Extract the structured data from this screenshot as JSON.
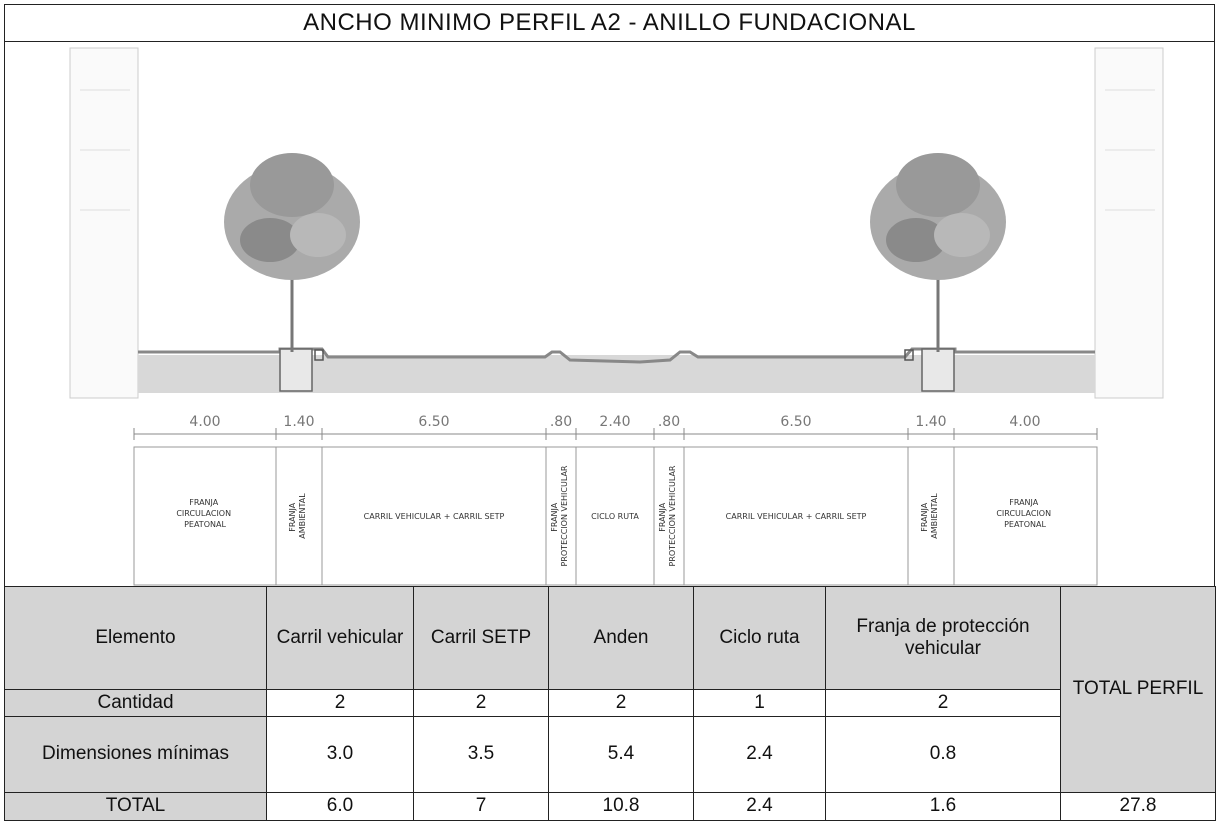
{
  "title": "ANCHO MINIMO PERFIL A2 - ANILLO FUNDACIONAL",
  "dimensions": [
    "4.00",
    "1.40",
    "6.50",
    ".80",
    "2.40",
    ".80",
    "6.50",
    "1.40",
    "4.00"
  ],
  "bands": {
    "circ_left": [
      "FRANJA",
      "CIRCULACION",
      "PEATONAL"
    ],
    "amb_left": [
      "FRANJA",
      "AMBIENTAL"
    ],
    "carril_left": "CARRIL VEHICULAR + CARRIL SETP",
    "prot_left": [
      "FRANJA",
      "PROTECCION VEHICULAR"
    ],
    "ciclo": "CICLO RUTA",
    "prot_right": [
      "FRANJA",
      "PROTECCION VEHICULAR"
    ],
    "carril_right": "CARRIL VEHICULAR + CARRIL SETP",
    "amb_right": [
      "FRANJA",
      "AMBIENTAL"
    ],
    "circ_right": [
      "FRANJA",
      "CIRCULACION",
      "PEATONAL"
    ]
  },
  "table": {
    "header": {
      "elemento": "Elemento",
      "carril_vehicular": "Carril vehicular",
      "carril_setp": "Carril SETP",
      "anden": "Anden",
      "ciclo_ruta": "Ciclo ruta",
      "franja_proteccion": "Franja de protección vehicular",
      "total_perfil": "TOTAL PERFIL"
    },
    "cantidad": {
      "label": "Cantidad",
      "values": [
        "2",
        "2",
        "2",
        "1",
        "2"
      ]
    },
    "dimensiones": {
      "label": "Dimensiones mínimas",
      "values": [
        "3.0",
        "3.5",
        "5.4",
        "2.4",
        "0.8"
      ]
    },
    "total": {
      "label": "TOTAL",
      "values": [
        "6.0",
        "7",
        "10.8",
        "2.4",
        "1.6"
      ],
      "grand_total": "27.8"
    }
  }
}
